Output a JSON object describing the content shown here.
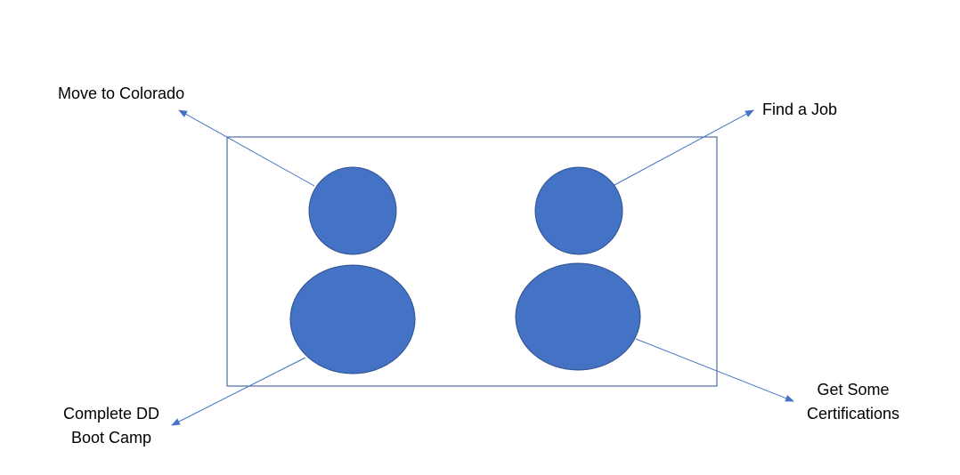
{
  "colors": {
    "shape_fill": "#4472C4",
    "shape_stroke": "#2F528F",
    "connector": "#4472C4",
    "frame_stroke": "#2F528F",
    "text": "#000000"
  },
  "labels": {
    "top_left": "Move to Colorado",
    "top_right": "Find a Job",
    "bottom_left": [
      "Complete DD",
      "Boot Camp"
    ],
    "bottom_right": [
      "Get Some",
      "Certifications"
    ]
  }
}
